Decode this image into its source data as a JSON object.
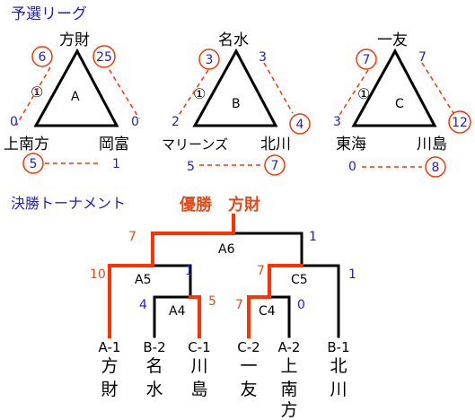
{
  "headings": {
    "prelim": "予選リーグ",
    "final": "決勝トーナメント",
    "champion": "優勝　方財"
  },
  "groups": [
    {
      "id": "A",
      "top": "方財",
      "bottom_left": "上南方",
      "bottom_right": "岡富",
      "first_match_mark": "①",
      "scores": {
        "top_left_circled": "6",
        "top_right_circled": "25",
        "left_side": "0",
        "right_side": "0",
        "bottom_left_circled": "5",
        "bottom_right": "1"
      }
    },
    {
      "id": "B",
      "top": "名水",
      "bottom_left": "マリーンズ",
      "bottom_right": "北川",
      "first_match_mark": "①",
      "scores": {
        "top_left_circled": "3",
        "top_right": "3",
        "left_side": "2",
        "right_side_circled": "4",
        "bottom_left": "5",
        "bottom_right_circled": "7"
      }
    },
    {
      "id": "C",
      "top": "一友",
      "bottom_left": "東海",
      "bottom_right": "川島",
      "first_match_mark": "①",
      "scores": {
        "top_left_circled": "7",
        "top_right": "7",
        "left_side": "3",
        "right_side_circled": "12",
        "bottom_left": "0",
        "bottom_right_circled": "8"
      }
    }
  ],
  "bracket": {
    "matches": [
      {
        "id": "A4",
        "left_score": "4",
        "right_score": "5"
      },
      {
        "id": "C4",
        "left_score": "7",
        "right_score": "0"
      },
      {
        "id": "A5",
        "left_score": "10",
        "right_score": "1"
      },
      {
        "id": "C5",
        "left_score": "7",
        "right_score": "1"
      },
      {
        "id": "A6",
        "left_score": "7",
        "right_score": "1"
      }
    ],
    "seeds": [
      {
        "slot": "A-1",
        "team_line1": "方",
        "team_line2": "財",
        "team_line3": ""
      },
      {
        "slot": "B-2",
        "team_line1": "名",
        "team_line2": "水",
        "team_line3": ""
      },
      {
        "slot": "C-1",
        "team_line1": "川",
        "team_line2": "島",
        "team_line3": ""
      },
      {
        "slot": "C-2",
        "team_line1": "一",
        "team_line2": "友",
        "team_line3": ""
      },
      {
        "slot": "A-2",
        "team_line1": "上",
        "team_line2": "南",
        "team_line3": "方"
      },
      {
        "slot": "B-1",
        "team_line1": "北",
        "team_line2": "川",
        "team_line3": ""
      }
    ]
  },
  "colors": {
    "heading": "#1f1fd0",
    "champion": "#e64a19",
    "winner_line": "#ff3300",
    "loser_line": "#000000",
    "win_score": "#e64a19",
    "lose_score": "#1f1fd0"
  }
}
